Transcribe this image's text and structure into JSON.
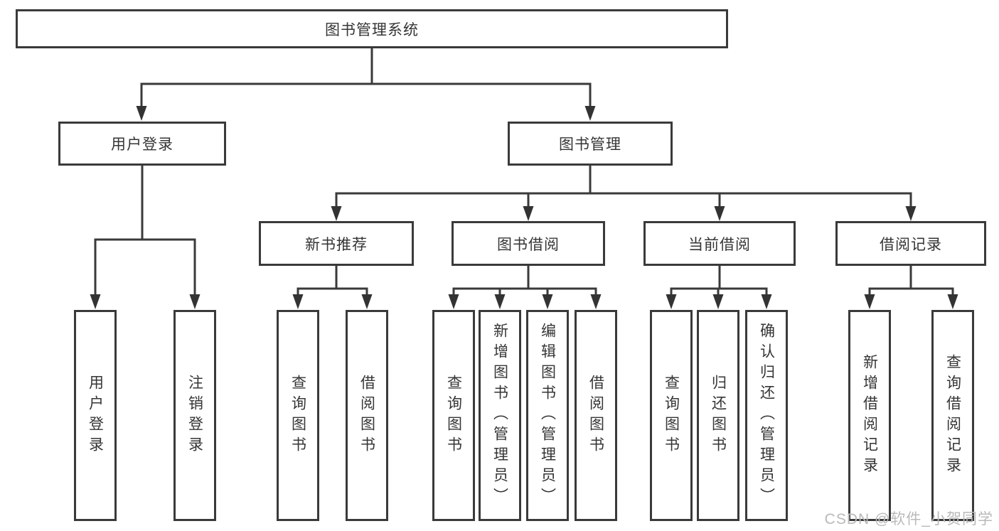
{
  "diagram": {
    "root": {
      "label": "图书管理系统"
    },
    "level2": [
      {
        "label": "用户登录"
      },
      {
        "label": "图书管理"
      }
    ],
    "level3": [
      {
        "label": "新书推荐"
      },
      {
        "label": "图书借阅"
      },
      {
        "label": "当前借阅"
      },
      {
        "label": "借阅记录"
      }
    ],
    "leaves": {
      "user_login": [
        {
          "label": "用户登录"
        },
        {
          "label": "注销登录"
        }
      ],
      "new_book_recommend": [
        {
          "label": "查询图书"
        },
        {
          "label": "借阅图书"
        }
      ],
      "book_borrow": [
        {
          "label": "查询图书"
        },
        {
          "label": "新增图书（管理员）"
        },
        {
          "label": "编辑图书（管理员）"
        },
        {
          "label": "借阅图书"
        }
      ],
      "current_borrow": [
        {
          "label": "查询图书"
        },
        {
          "label": "归还图书"
        },
        {
          "label": "确认归还（管理员）"
        }
      ],
      "borrow_records": [
        {
          "label": "新增借阅记录"
        },
        {
          "label": "查询借阅记录"
        }
      ]
    }
  },
  "colors": {
    "line": "#3a3a3a",
    "text": "#353535",
    "watermark": "#b9b9b9",
    "background": "#ffffff"
  },
  "watermark": {
    "text": "CSDN @软件_小贺同学"
  }
}
